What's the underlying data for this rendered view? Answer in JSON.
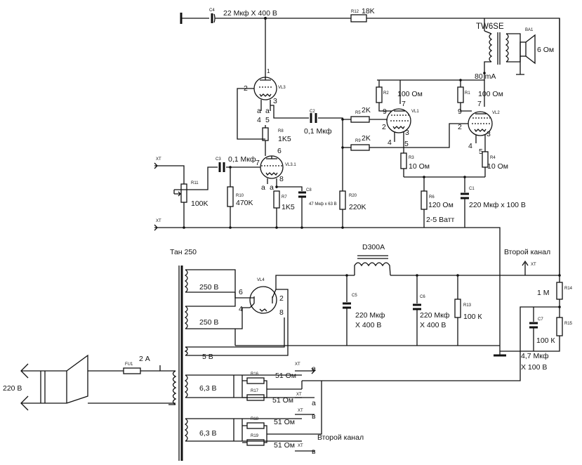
{
  "tube_labels": {
    "vl3": "VL3",
    "vl31": "VL3.1",
    "vl1": "VL1",
    "vl2": "VL2",
    "vl4": "VL4"
  },
  "input": {
    "c3_ref": "C3",
    "c3_val": "0,1 Мкф",
    "r11_ref": "R11",
    "r11_val": "100K",
    "r10_ref": "R10",
    "r10_val": "470K",
    "xt": "XT"
  },
  "driver": {
    "c4_ref": "C4",
    "c4_val": "22 Мкф Х 400 В",
    "r12_ref": "R12",
    "r12_val": "18K",
    "r8_ref": "R8",
    "r8_val": "1K5",
    "r7_ref": "R7",
    "r7_val": "1K5",
    "c8_ref": "C8",
    "c8_val": "47 Мкф x 63 В",
    "c2_ref": "C2",
    "c2_val": "0,1 Мкф",
    "r20_ref": "R20",
    "r20_val": "220K",
    "pins": {
      "p1": "1",
      "p2": "2",
      "p3": "3",
      "p4": "4",
      "p5": "5",
      "p6": "6",
      "p7": "7",
      "p8": "8",
      "pa": "а",
      "pa2": "а"
    }
  },
  "output": {
    "transformer": "TW6SE",
    "speaker_ref": "BA1",
    "speaker_val": "6 Ом",
    "current": "80 mA",
    "r2_ref": "R2",
    "r2_val": "100 Ом",
    "r1_ref": "R1",
    "r1_val": "100 Ом",
    "r5_ref": "R5",
    "r5_val": "2K",
    "r9_ref": "R9",
    "r9_val": "2K",
    "r3_ref": "R3",
    "r3_val": "10 Ом",
    "r4_ref": "R4",
    "r4_val": "10 Ом",
    "r6_ref": "R6",
    "r6_val": "120 Ом",
    "r6_power": "2-5 Ватт",
    "c1_ref": "C1",
    "c1_val": "220 Мкф х 100 В",
    "pins": {
      "p9": "9",
      "p7": "7",
      "p2": "2",
      "p3": "3",
      "p4": "4",
      "p5": "5"
    }
  },
  "power": {
    "transformer": "Тан 250",
    "w1": "250 В",
    "w2": "250 В",
    "w3": "5 В",
    "w4": "6,3 В",
    "w5": "6,3 В",
    "mains": "220 В",
    "fuse_ref": "FU1",
    "fuse_val": "2 А",
    "choke": "D300A",
    "rect_ref": "VL4",
    "c5_ref": "C5",
    "c5_val1": "220 Мкф",
    "c5_val2": "Х 400 В",
    "c6_ref": "C6",
    "c6_val1": "220 Мкф",
    "c6_val2": "Х 400 В",
    "r13_ref": "R13",
    "r13_val": "100 К",
    "r14_ref": "R14",
    "r14_val": "1 М",
    "r15_ref": "R15",
    "r15_val": "100 К",
    "c7_ref": "C7",
    "c7_val1": "4,7 Мкф",
    "c7_val2": "Х 100 В",
    "second_channel": "Второй канал",
    "pins": {
      "p6": "6",
      "p4": "4",
      "p2": "2",
      "p8": "8"
    }
  },
  "heater": {
    "r16_ref": "R16",
    "r16_val": "51 Ом",
    "r17_ref": "R17",
    "r17_val": "51 Ом",
    "r18_ref": "R18",
    "r18_val": "51 Ом",
    "r19_ref": "R19",
    "r19_val": "51 Ом",
    "xt": "XT",
    "a": "а",
    "v": "в",
    "second_channel": "Второй канал"
  }
}
